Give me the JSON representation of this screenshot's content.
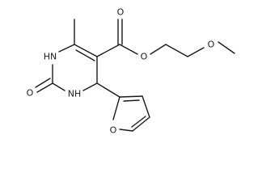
{
  "molecule": {
    "atoms": [
      {
        "id": "O_carbonyl_ester",
        "label": "O"
      },
      {
        "id": "O_ether_ester",
        "label": "O"
      },
      {
        "id": "O_methoxy",
        "label": "O"
      },
      {
        "id": "N1",
        "label": "HN"
      },
      {
        "id": "N3",
        "label": "NH"
      },
      {
        "id": "O_urea",
        "label": "O"
      },
      {
        "id": "O_furan",
        "label": "O"
      }
    ]
  }
}
